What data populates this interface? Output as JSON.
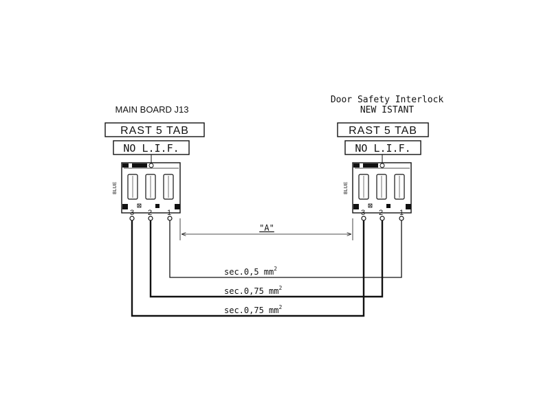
{
  "left_connector": {
    "title": "MAIN BOARD J13",
    "type_label": "RAST 5 TAB",
    "lif_label": "NO L.I.F.",
    "side_label": "BLUE",
    "pins": [
      "3",
      "2",
      "1"
    ]
  },
  "right_connector": {
    "title_line1": "Door Safety Interlock",
    "title_line2": "NEW ISTANT",
    "type_label": "RAST 5 TAB",
    "lif_label": "NO L.I.F.",
    "side_label": "BLUE",
    "pins": [
      "3",
      "2",
      "1"
    ]
  },
  "dimension": {
    "label": "\"A\""
  },
  "wires": [
    {
      "base": "sec.0,5 mm",
      "sup": "2"
    },
    {
      "base": "sec.0,75 mm",
      "sup": "2"
    },
    {
      "base": "sec.0,75 mm",
      "sup": "2"
    }
  ]
}
